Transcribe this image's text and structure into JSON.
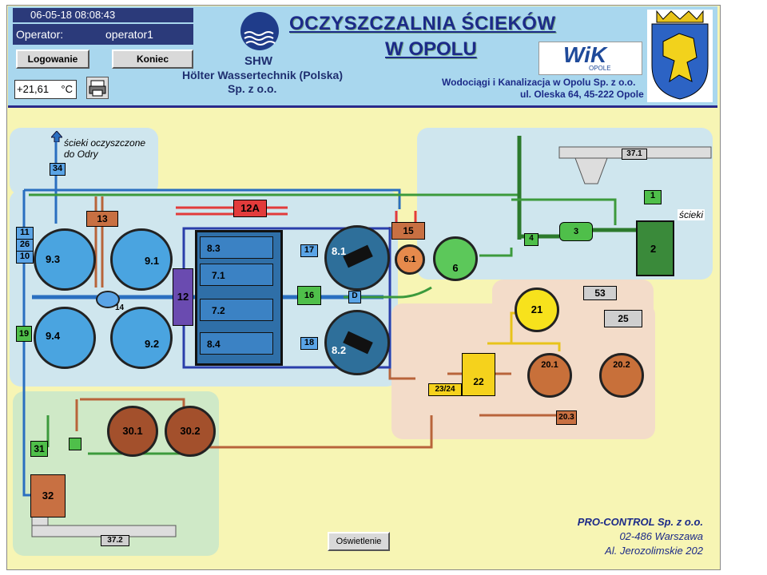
{
  "header": {
    "datetime": "06-05-18 08:08:43",
    "operator_label": "Operator:",
    "operator_value": "operator1",
    "login_button": "Logowanie",
    "end_button": "Koniec",
    "temperature": "+21,61",
    "temp_unit": "°C",
    "company_short": "SHW",
    "company_name": "Hölter Wassertechnik (Polska)",
    "company_suffix": "Sp. z o.o.",
    "title_line1": "OCZYSZCZALNIA ŚCIEKÓW",
    "title_line2": "W OPOLU",
    "wik_logo": "WiK",
    "wik_sub": "OPOLE",
    "utility_name": "Wodociągi i Kanalizacja w Opolu Sp. z o.o.",
    "utility_address": "ul. Oleska 64, 45-222 Opole"
  },
  "labels": {
    "outflow_text": "ścieki oczyszczone\ndo Odry",
    "inflow_text": "ścieki",
    "n34": "34",
    "n11": "11",
    "n26": "26",
    "n10": "10",
    "n19": "19",
    "n13": "13",
    "n12A": "12A",
    "n12": "12",
    "n14": "14",
    "n9_3": "9.3",
    "n9_1": "9.1",
    "n9_4": "9.4",
    "n9_2": "9.2",
    "n8_3": "8.3",
    "n7_1": "7.1",
    "n7_2": "7.2",
    "n8_4": "8.4",
    "n17": "17",
    "n16": "16",
    "n18": "18",
    "n8_1": "8.1",
    "n8_2": "8.2",
    "nD": "D",
    "n15": "15",
    "n6_1": "6.1",
    "n6": "6",
    "n4": "4",
    "n3": "3",
    "n1": "1",
    "n2": "2",
    "n37_1": "37.1",
    "n53": "53",
    "n25": "25",
    "n21": "21",
    "n22": "22",
    "n23_24": "23/24",
    "n20_1": "20.1",
    "n20_2": "20.2",
    "n20_3": "20.3",
    "n31": "31",
    "n32": "32",
    "n30_1": "30.1",
    "n30_2": "30.2",
    "n37_2": "37.2"
  },
  "footer": {
    "lighting_button": "Oświetlenie",
    "pc_name": "PRO-CONTROL Sp. z o.o.",
    "pc_city": "02-486 Warszawa",
    "pc_street": "Al. Jerozolimskie 202"
  },
  "colors": {
    "header_bg": "#a9d7ee",
    "panel_bg": "#f7f5b4",
    "zone_blue": "#cfe6ee",
    "zone_pink": "#f3dcc9",
    "zone_green": "#cfe9c7",
    "tank_blue": "#4aa4e0",
    "tank_brown": "#b8643a",
    "tank_green": "#5cc85a",
    "tank_yellow": "#f7e21c"
  }
}
